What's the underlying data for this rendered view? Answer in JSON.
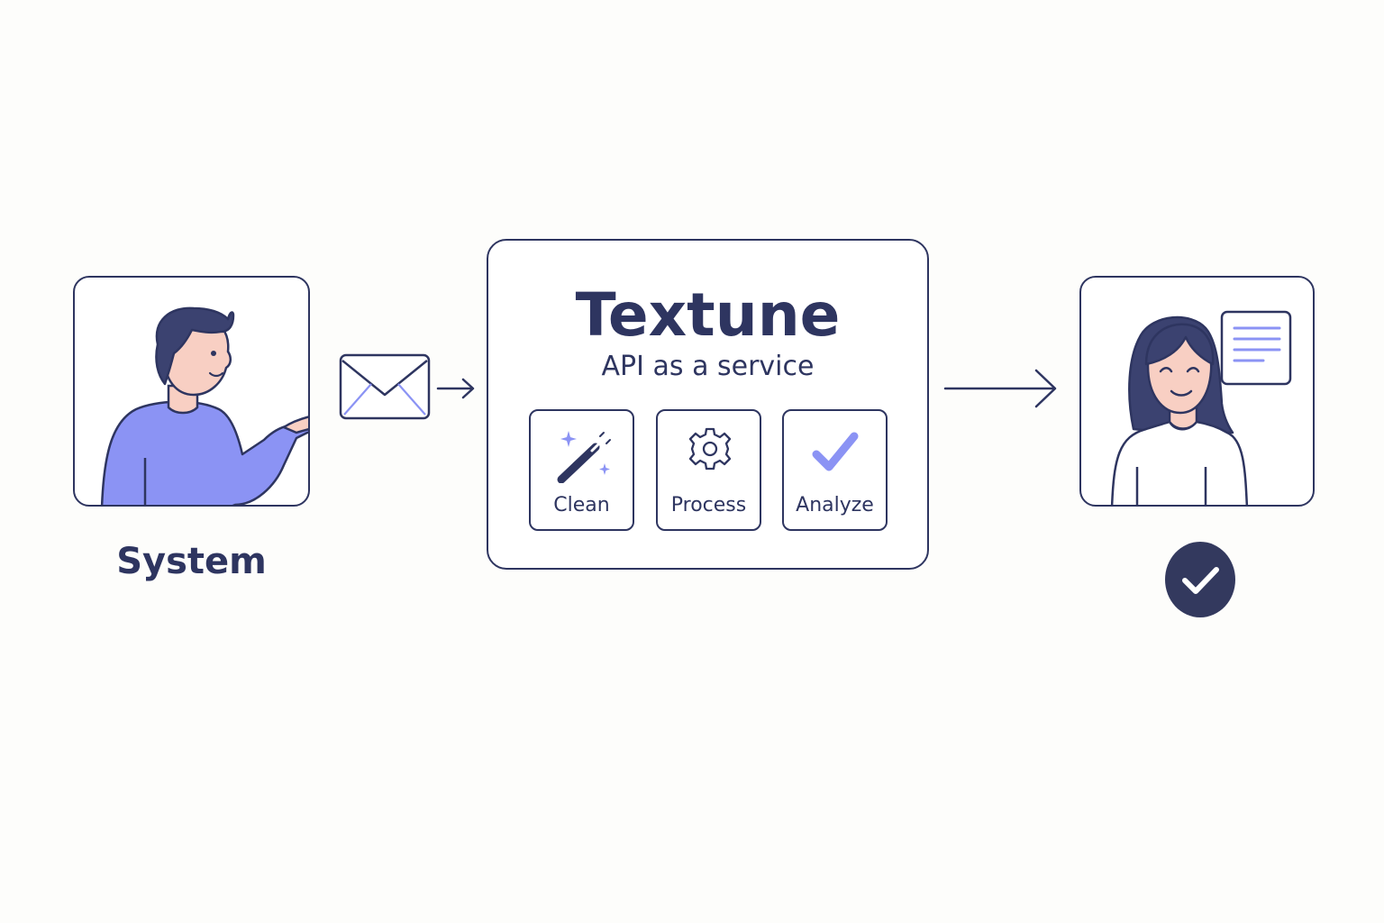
{
  "source": {
    "label": "System"
  },
  "service": {
    "title": "Textune",
    "subtitle": "API as a service",
    "steps": [
      {
        "label": "Clean",
        "icon": "magic-wand-icon"
      },
      {
        "label": "Process",
        "icon": "gear-icon"
      },
      {
        "label": "Analyze",
        "icon": "checkmark-icon"
      }
    ]
  },
  "colors": {
    "navy": "#2e3560",
    "accent": "#8b93f4",
    "background": "#fdfdfb"
  }
}
